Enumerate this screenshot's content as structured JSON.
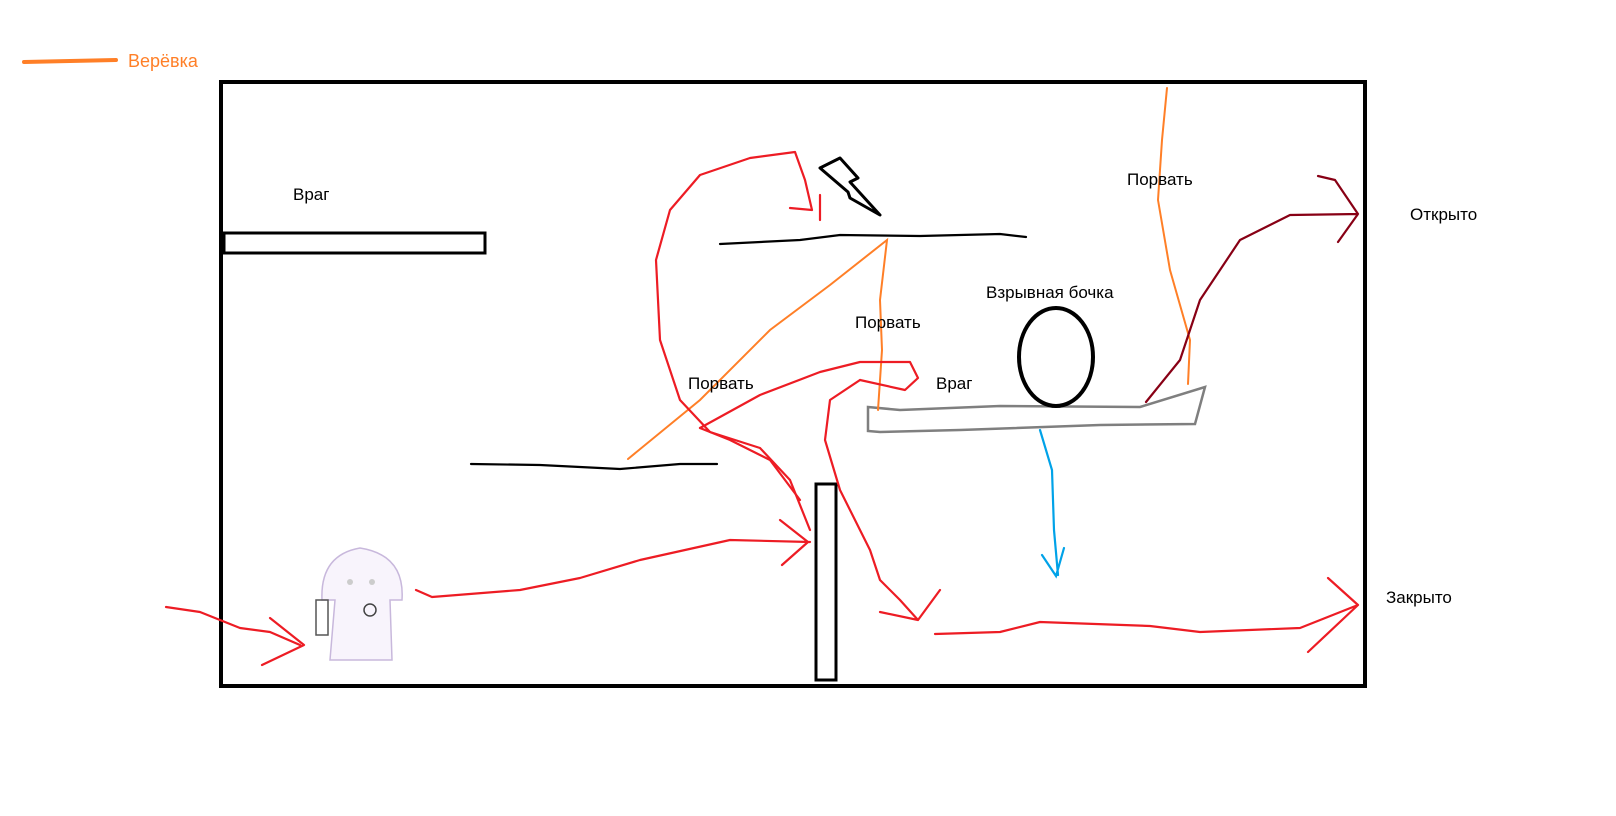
{
  "legend": {
    "label": "Верёвка",
    "color": "#ff7f27"
  },
  "labels": {
    "enemy_top_left": "Враг",
    "enemy_right": "Враг",
    "tear_left": "Порвать",
    "tear_middle": "Порвать",
    "tear_right": "Порвать",
    "barrel": "Взрывная бочка",
    "open": "Открыто",
    "closed": "Закрыто"
  },
  "colors": {
    "path": "#ed1c24",
    "rope": "#ff7f27",
    "explosion_path": "#880015",
    "fall": "#00a2e8",
    "platform": "#7f7f7f"
  }
}
